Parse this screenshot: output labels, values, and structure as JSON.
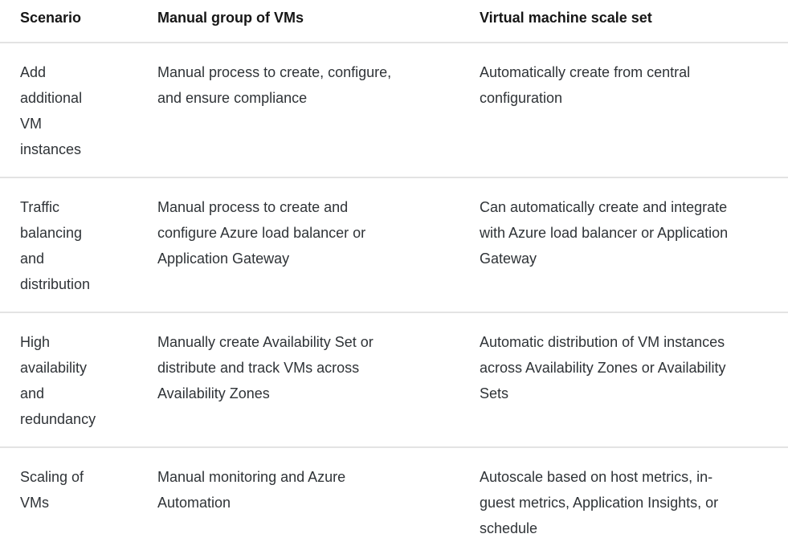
{
  "table": {
    "columns": [
      {
        "label": "Scenario"
      },
      {
        "label": "Manual group of VMs"
      },
      {
        "label": "Virtual machine scale set"
      }
    ],
    "rows": [
      {
        "scenario": "Add additional VM instances",
        "manual": "Manual process to create, configure, and ensure compliance",
        "vmss": "Automatically create from central configuration"
      },
      {
        "scenario": "Traffic balancing and distribution",
        "manual": "Manual process to create and configure Azure load balancer or Application Gateway",
        "vmss": "Can automatically create and integrate with Azure load balancer or Application Gateway"
      },
      {
        "scenario": "High availability and redundancy",
        "manual": "Manually create Availability Set or distribute and track VMs across Availability Zones",
        "vmss": "Automatic distribution of VM instances across Availability Zones or Availability Sets"
      },
      {
        "scenario": "Scaling of VMs",
        "manual": "Manual monitoring and Azure Automation",
        "vmss": "Autoscale based on host metrics, in-guest metrics, Application Insights, or schedule"
      }
    ]
  },
  "colors": {
    "divider": "#e3e3e3",
    "header_text": "#161616",
    "body_text": "#2f3337",
    "background": "#ffffff"
  }
}
